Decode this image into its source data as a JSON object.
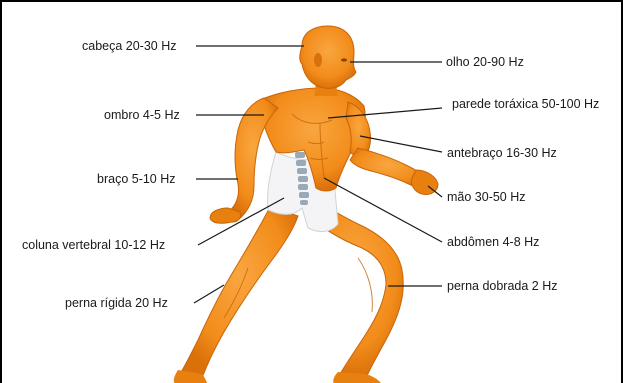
{
  "labels": {
    "head": "cabeça 20-30 Hz",
    "shoulder": "ombro 4-5 Hz",
    "arm": "braço 5-10 Hz",
    "spine": "coluna vertebral 10-12 Hz",
    "straight_leg": "perna rígida 20 Hz",
    "eye": "olho 20-90 Hz",
    "chest_wall": "parede toráxica 50-100 Hz",
    "forearm": "antebraço 16-30 Hz",
    "hand": "mão 30-50 Hz",
    "abdomen": "abdômen 4-8 Hz",
    "bent_leg": "perna dobrada 2 Hz"
  },
  "colors": {
    "body": "#f28c1a",
    "body_shade": "#d9700a",
    "body_highlight": "#f9a640",
    "spine": "#9aa9b8",
    "line": "#1a1a1a"
  }
}
